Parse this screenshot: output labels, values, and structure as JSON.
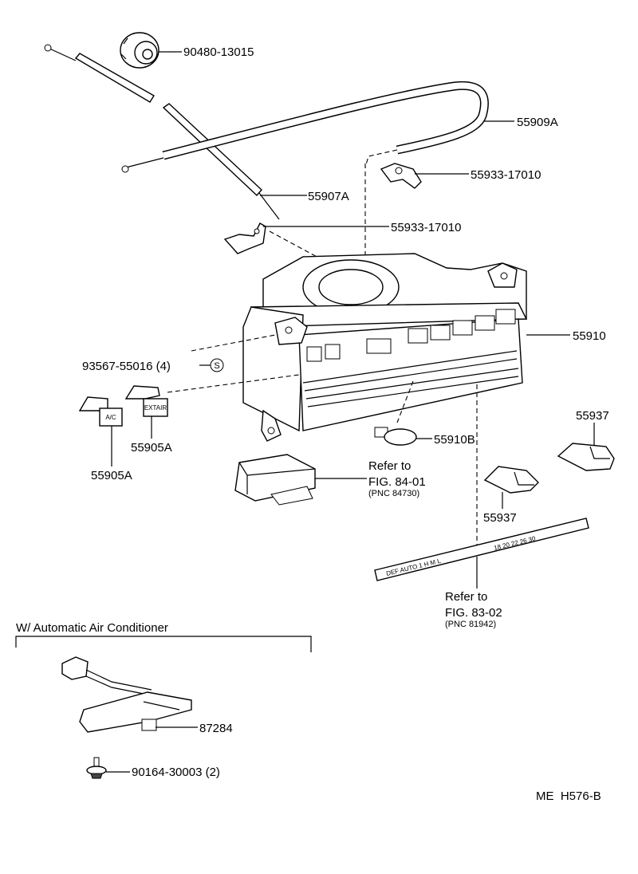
{
  "labels": {
    "p90480": "90480-13015",
    "p55909a": "55909A",
    "p55933_top": "55933-17010",
    "p55907a": "55907A",
    "p55933_mid": "55933-17010",
    "p55910": "55910",
    "p93567": "93567-55016 (4)",
    "s_mark": "S",
    "p55905a_right": "55905A",
    "p55905a_left": "55905A",
    "p55910b": "55910B",
    "p55937_right": "55937",
    "p55937_mid": "55937",
    "refer1_line1": "Refer to",
    "refer1_line2": "FIG. 84-01",
    "refer1_pnc": "(PNC 84730)",
    "refer2_line1": "Refer to",
    "refer2_line2": "FIG. 83-02",
    "refer2_pnc": "(PNC 81942)",
    "auto_ac_heading": "W/ Automatic Air Conditioner",
    "p87284": "87284",
    "p90164": "90164-30003 (2)",
    "footer_code": "ME  H576-B"
  },
  "scale_strip": {
    "left_text": "DEF AUTO 1  H  M  L",
    "right_text": "18 20 22 26 30"
  },
  "button_caps": {
    "left": "A/C",
    "right": "EXTAIR"
  }
}
